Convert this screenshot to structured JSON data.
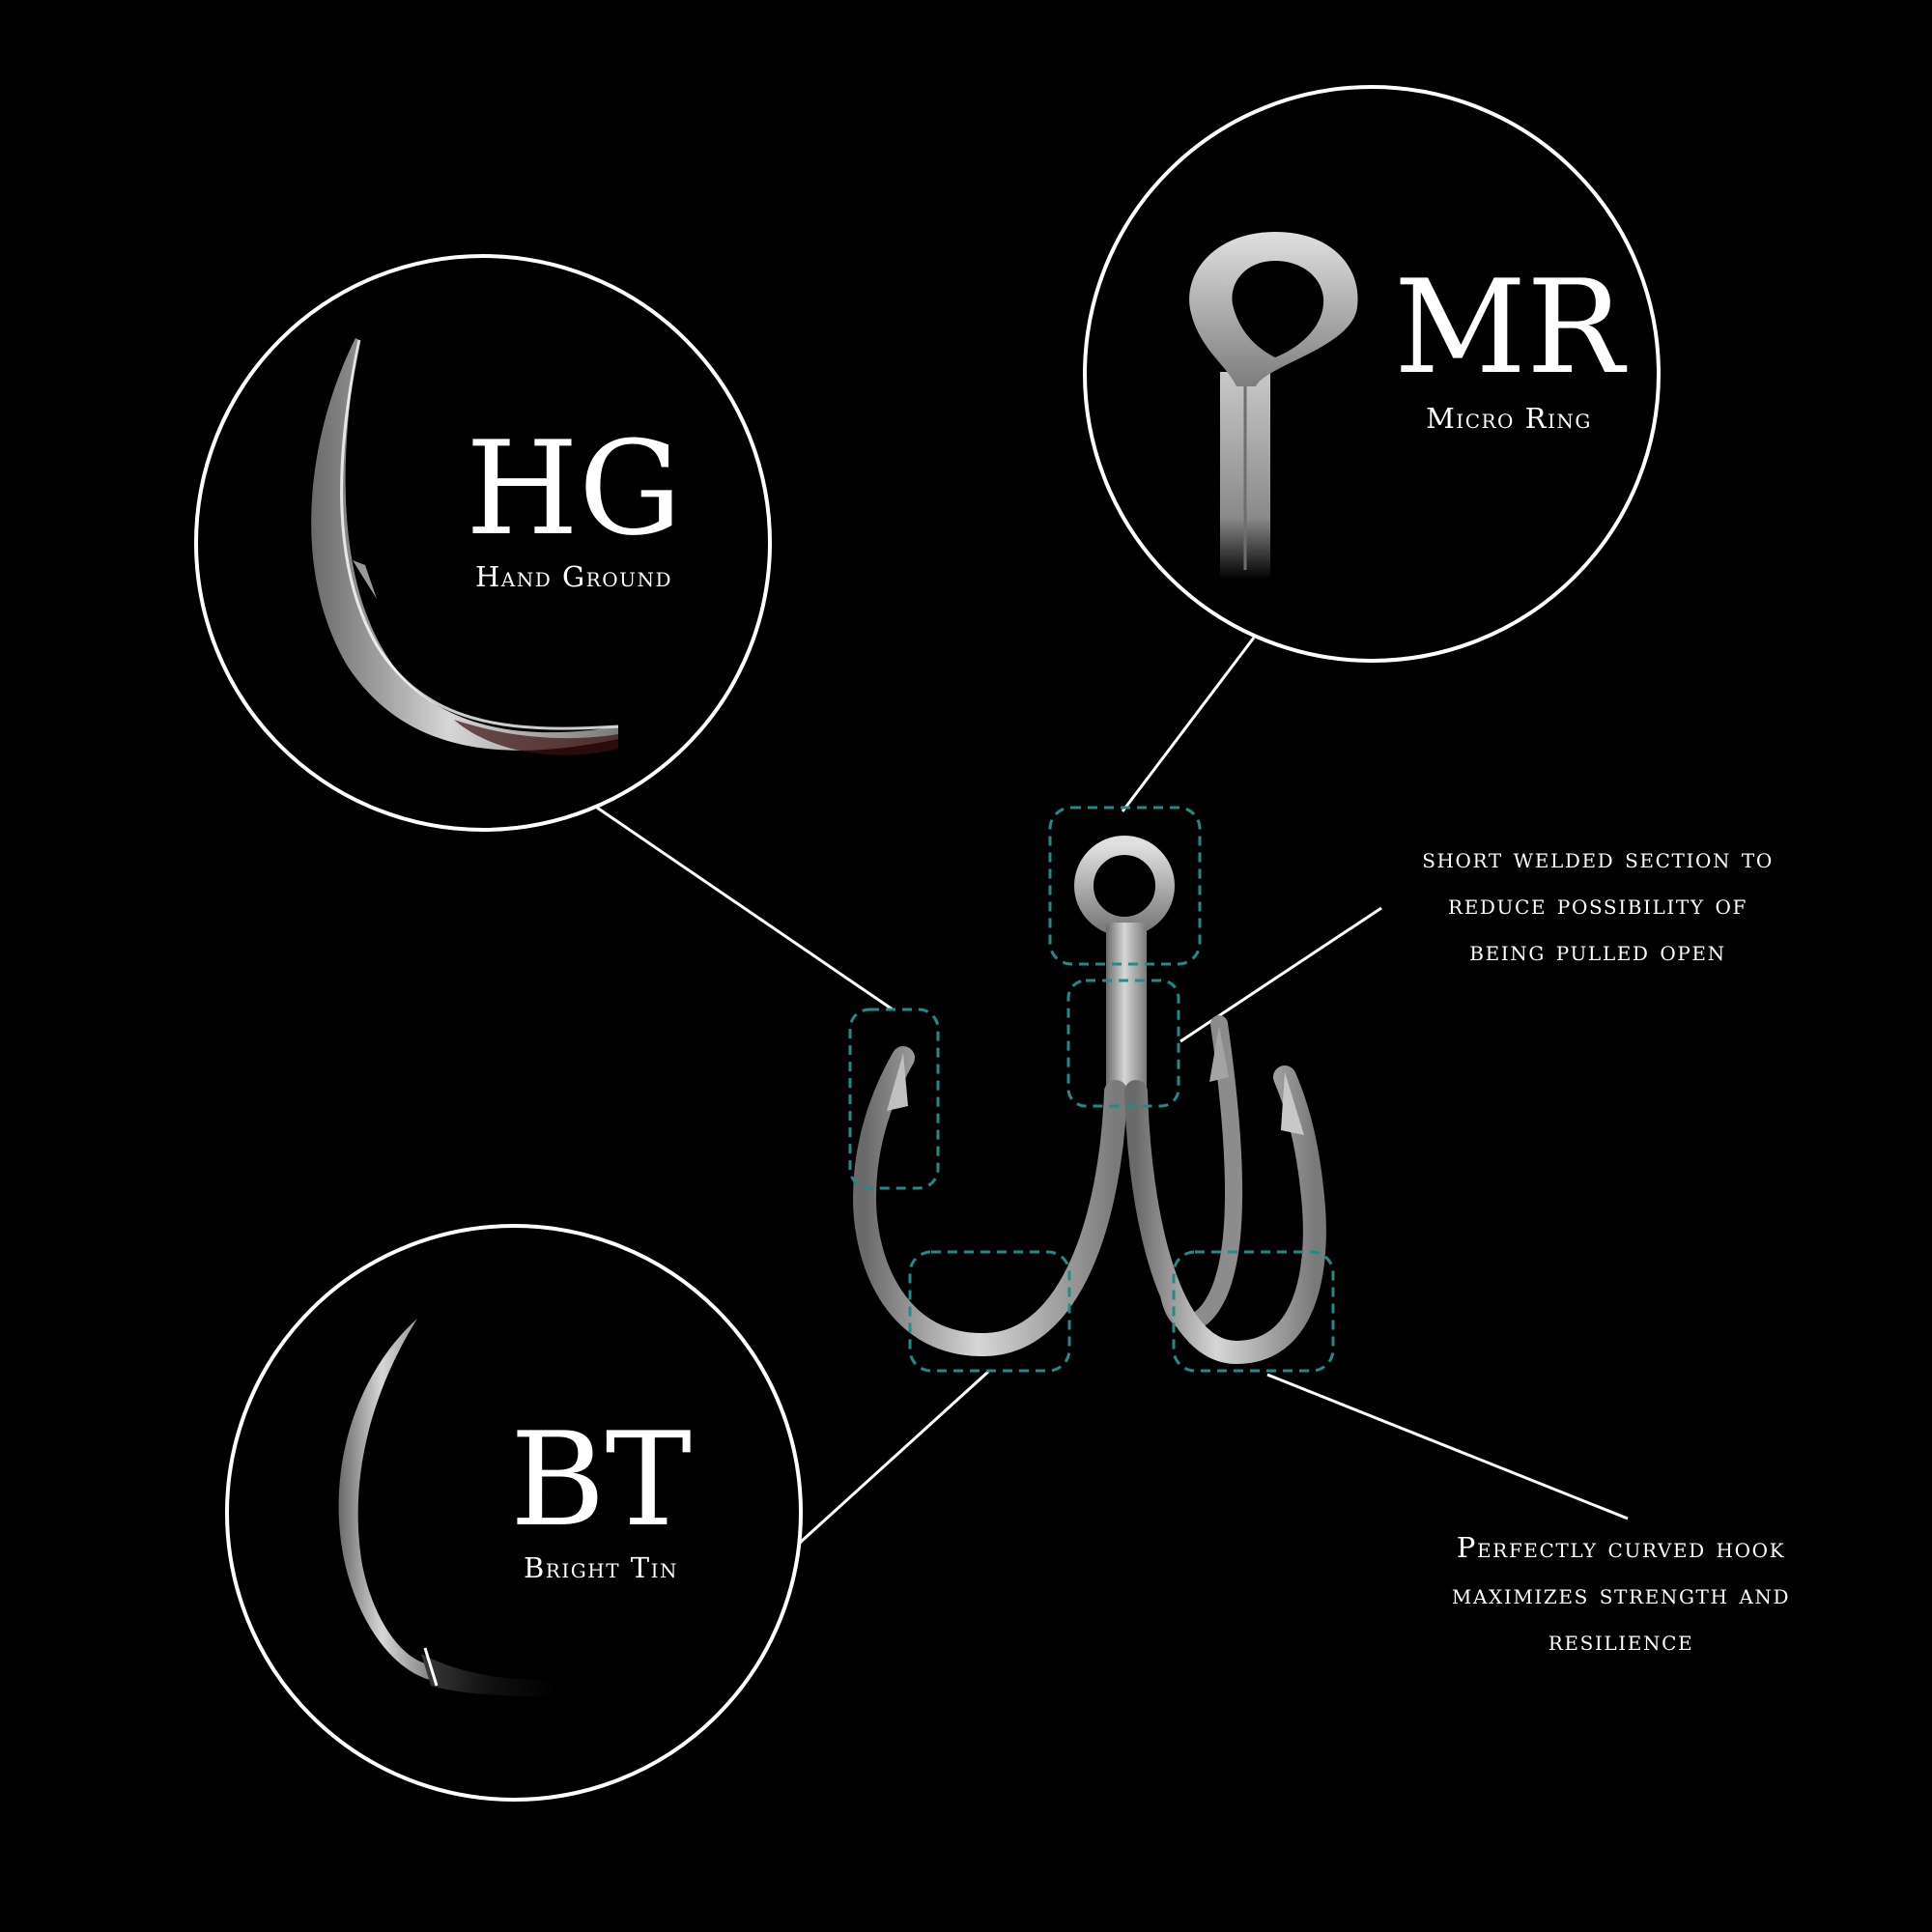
{
  "features": {
    "hg": {
      "code": "HG",
      "name": "Hand Ground"
    },
    "mr": {
      "code": "MR",
      "name": "Micro Ring"
    },
    "bt": {
      "code": "BT",
      "name": "Bright Tin"
    }
  },
  "callouts": {
    "welded": [
      "short welded section to",
      "reduce possibility of",
      "being pulled open"
    ],
    "curved": [
      "Perfectly curved hook",
      "maximizes strength and",
      "resilience"
    ]
  },
  "colors": {
    "background": "#000000",
    "line": "#ffffff",
    "highlight_box": "#1f8c8c",
    "metal": "#b4b4b4"
  }
}
